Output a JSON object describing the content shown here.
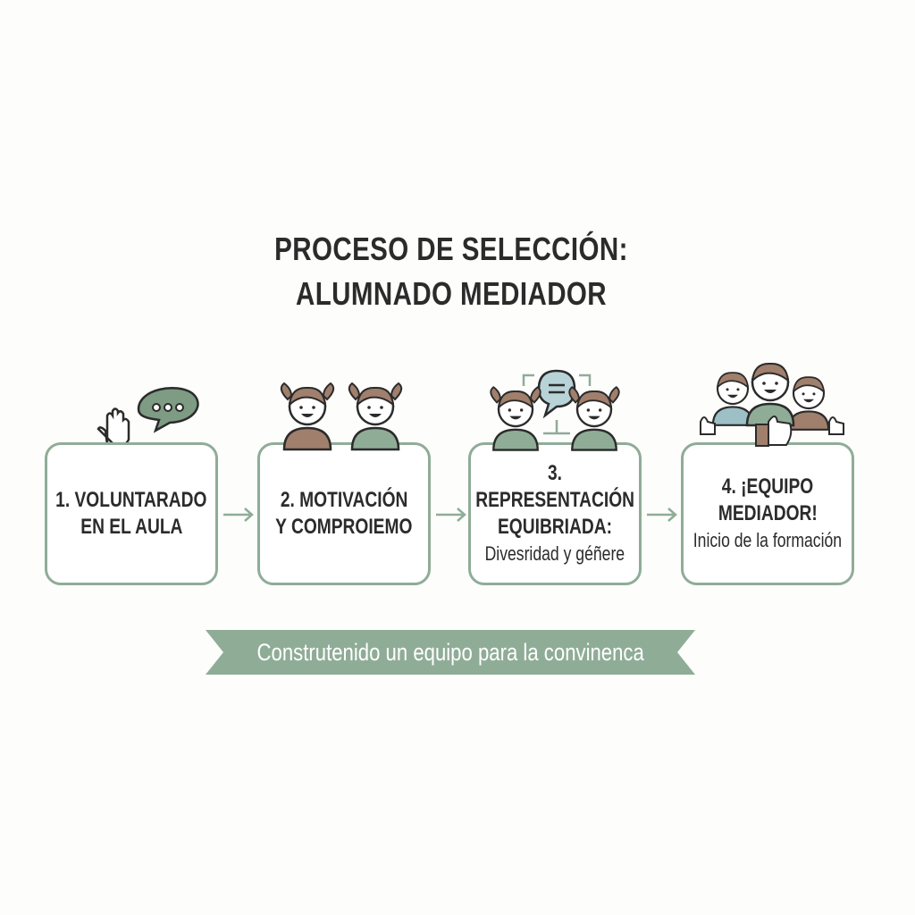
{
  "title": {
    "line1": "PROCESO DE SELECCIÓN:",
    "line2": "ALUMNADO MEDIADOR"
  },
  "steps": [
    {
      "heading1": "1. VOLUNTARADO",
      "heading2": "EN EL AULA"
    },
    {
      "heading1": "2. MOTIVACIÓN",
      "heading2": "Y COMPROIEMO"
    },
    {
      "heading1": "3.",
      "heading2": "REPRESENTACIÓN",
      "heading3": "EQUIBRIADA:",
      "subtitle": "Divesridad y géñere"
    },
    {
      "heading1": "4. ¡EQUIPO",
      "heading2": "MEDIADOR!",
      "subtitle": "Inicio de la formación"
    }
  ],
  "banner": {
    "text": "Construtenido un equipo para la convinenca"
  },
  "colors": {
    "green": "#8fac97",
    "brown": "#a07f6c",
    "blue": "#9dbfc6",
    "text": "#2b2b2b"
  }
}
